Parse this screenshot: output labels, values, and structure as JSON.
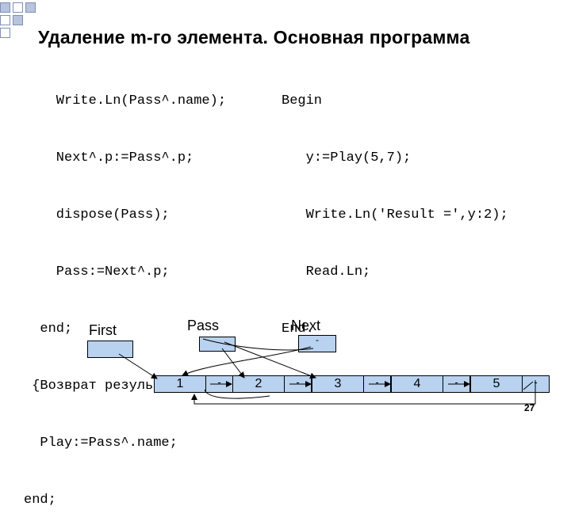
{
  "slide": {
    "title": "Удаление m-го элемента. Основная программа",
    "page_number": "27"
  },
  "code_left": [
    "    Write.Ln(Pass^.name);",
    "    Next^.p:=Pass^.p;",
    "    dispose(Pass);",
    "    Pass:=Next^.p;",
    "  end;",
    " {Возврат результата}",
    "  Play:=Pass^.name;",
    "end;"
  ],
  "code_right": [
    "Begin",
    "   y:=Play(5,7);",
    "   Write.Ln('Result =',y:2);",
    "   Read.Ln;",
    "End."
  ],
  "diagram": {
    "labels": {
      "first": "First",
      "pass": "Pass",
      "next": "Next"
    },
    "nodes": [
      {
        "value": "1",
        "ptr": "-"
      },
      {
        "value": "2",
        "ptr": "-"
      },
      {
        "value": "3",
        "ptr": "-"
      },
      {
        "value": "4",
        "ptr": "-"
      },
      {
        "value": "5",
        "ptr": "-"
      }
    ],
    "pointer_boxes": {
      "first": "",
      "pass": "",
      "next": "-"
    },
    "colors": {
      "node_fill": "#b8d2ef",
      "accent_square": "#b8c4dd"
    }
  }
}
